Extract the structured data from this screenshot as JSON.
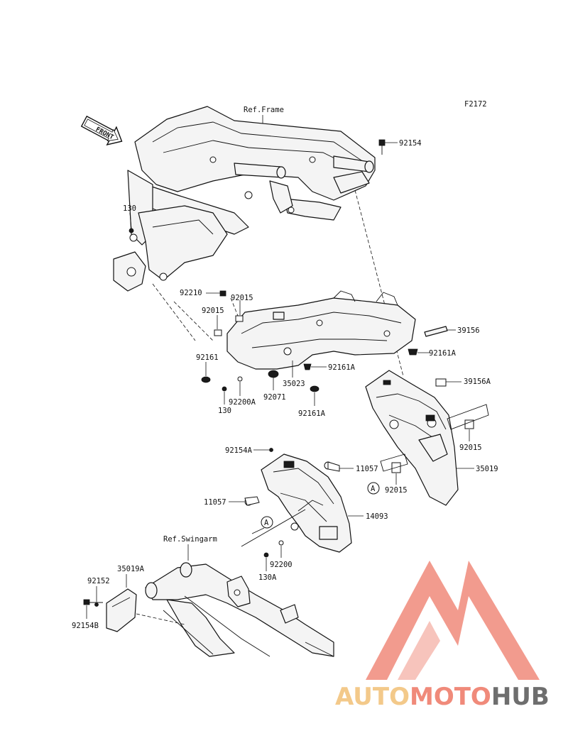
{
  "diagram_code": "F2172",
  "front_arrow_label": "FRONT",
  "references": {
    "frame": "Ref.Frame",
    "swingarm": "Ref.Swingarm"
  },
  "callout_marker": "A",
  "part_labels": {
    "p92154_top": "92154",
    "p130_top": "130",
    "p92210": "92210",
    "p92015_a": "92015",
    "p92015_b": "92015",
    "p92161": "92161",
    "p92200A": "92200A",
    "p130_bottom": "130",
    "p92071": "92071",
    "p35023": "35023",
    "p92161A_a": "92161A",
    "p92161A_b": "92161A",
    "p92161A_c": "92161A",
    "p39156": "39156",
    "p39156A": "39156A",
    "p92015_c": "92015",
    "p35019": "35019",
    "p92015_d": "92015",
    "p11057_a": "11057",
    "p92154A": "92154A",
    "p11057_b": "11057",
    "p14093": "14093",
    "p92200": "92200",
    "p130A": "130A",
    "p92152": "92152",
    "p35019A": "35019A",
    "p92154B": "92154B"
  },
  "watermark": {
    "brand_part1": "AUTO",
    "brand_part2": "MOTO",
    "brand_part3": "HUB",
    "color_primary": "#f08a7a",
    "color_secondary": "#f3c98a",
    "color_dark": "#6e6e6e"
  }
}
